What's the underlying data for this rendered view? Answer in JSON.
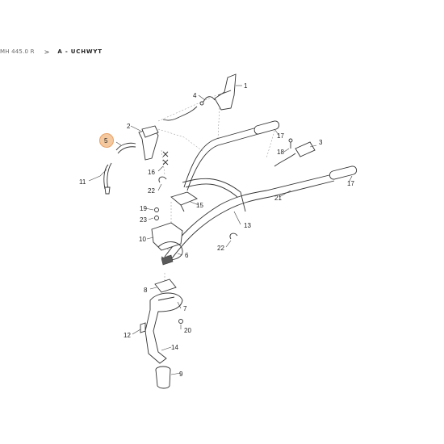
{
  "breadcrumb": {
    "model": "MH 445.0 R",
    "separator": ">",
    "section": "A - UCHWYT"
  },
  "diagram": {
    "highlight_color": "#f5c9a0",
    "highlight_stroke": "#e8a064",
    "selected_callout": "5",
    "callouts": {
      "c1": "1",
      "c2": "2",
      "c3": "3",
      "c4": "4",
      "c5": "5",
      "c6": "6",
      "c7": "7",
      "c8": "8",
      "c9": "9",
      "c10": "10",
      "c11": "11",
      "c12": "12",
      "c13": "13",
      "c14": "14",
      "c15": "15",
      "c16": "16",
      "c17a": "17",
      "c17b": "17",
      "c18": "18",
      "c19": "19",
      "c20": "20",
      "c21": "21",
      "c22a": "22",
      "c22b": "22",
      "c23": "23"
    }
  }
}
